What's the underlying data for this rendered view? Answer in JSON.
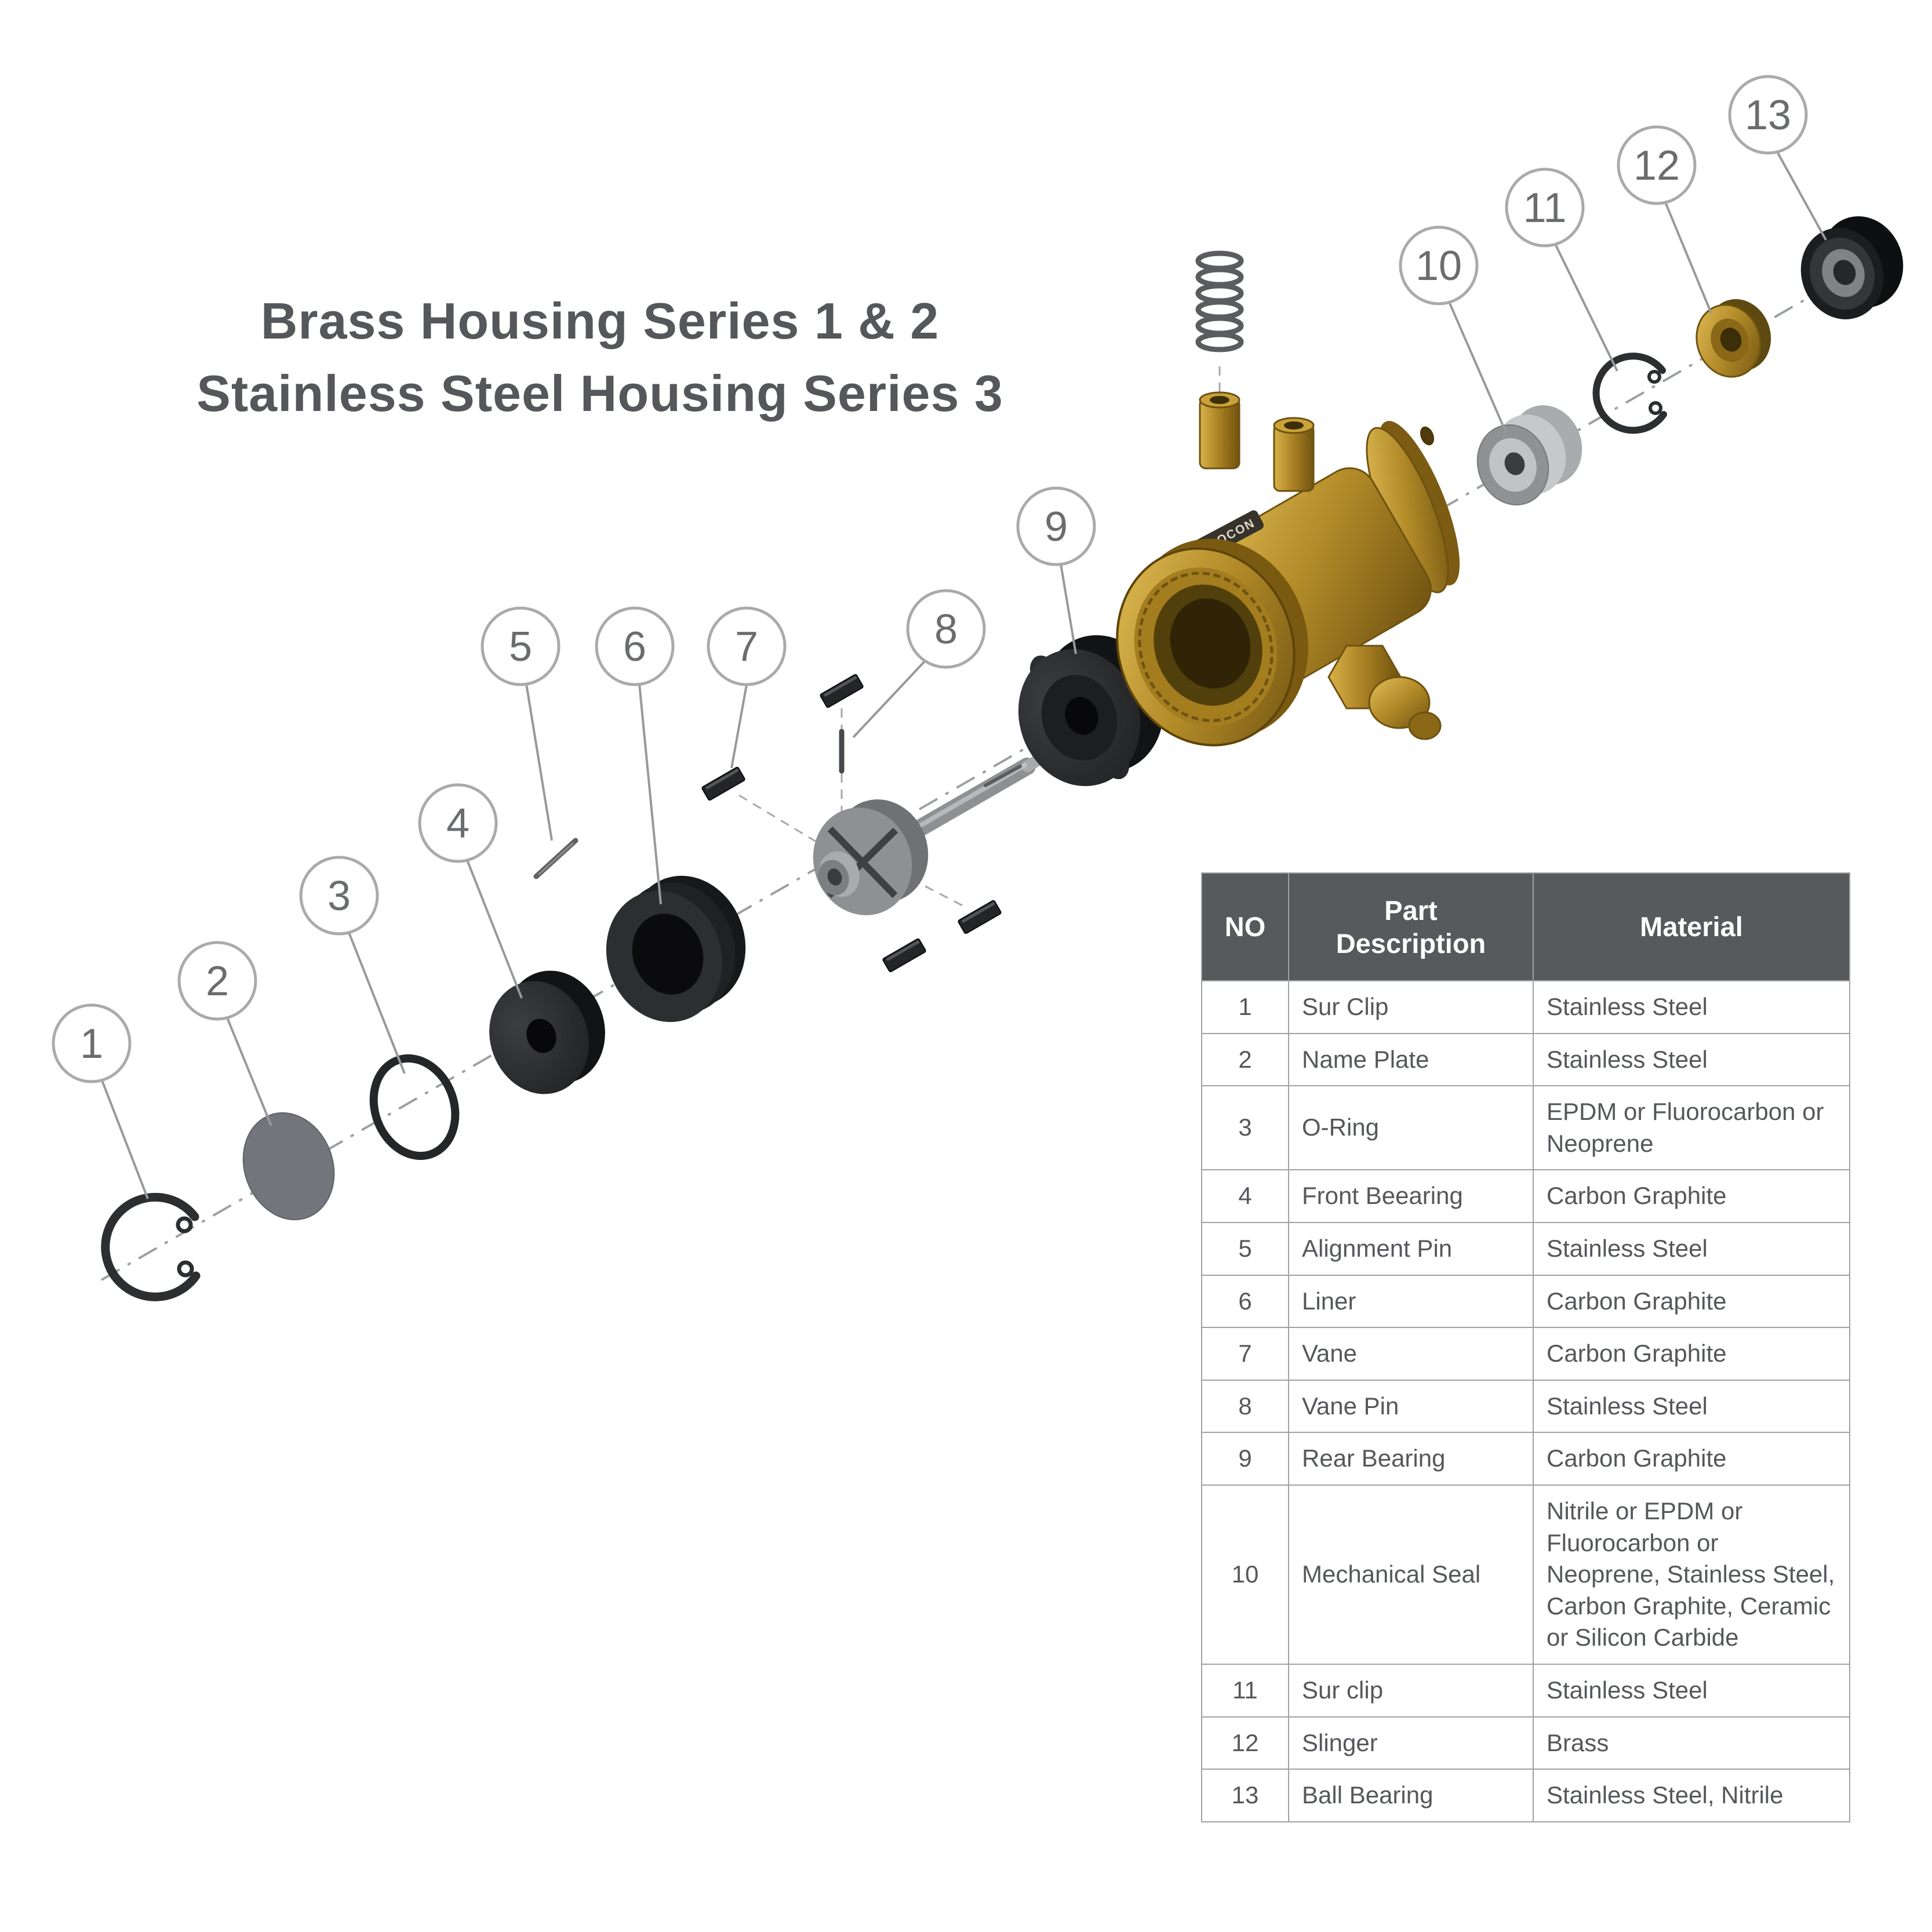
{
  "title": {
    "line1": "Brass Housing Series 1 & 2",
    "line2": "Stainless Steel Housing Series 3"
  },
  "housing": {
    "brand_label": "PROCON"
  },
  "callouts": [
    "1",
    "2",
    "3",
    "4",
    "5",
    "6",
    "7",
    "8",
    "9",
    "10",
    "11",
    "12",
    "13"
  ],
  "table": {
    "header": {
      "no": "NO",
      "part": "Part Description",
      "material": "Material"
    },
    "rows": [
      {
        "no": "1",
        "part": "Sur Clip",
        "material": "Stainless Steel"
      },
      {
        "no": "2",
        "part": "Name Plate",
        "material": "Stainless Steel"
      },
      {
        "no": "3",
        "part": "O-Ring",
        "material": "EPDM or Fluorocarbon or Neoprene"
      },
      {
        "no": "4",
        "part": "Front Beearing",
        "material": "Carbon Graphite"
      },
      {
        "no": "5",
        "part": "Alignment Pin",
        "material": "Stainless Steel"
      },
      {
        "no": "6",
        "part": "Liner",
        "material": "Carbon Graphite"
      },
      {
        "no": "7",
        "part": "Vane",
        "material": "Carbon Graphite"
      },
      {
        "no": "8",
        "part": "Vane Pin",
        "material": "Stainless Steel"
      },
      {
        "no": "9",
        "part": "Rear Bearing",
        "material": "Carbon Graphite"
      },
      {
        "no": "10",
        "part": "Mechanical Seal",
        "material": "Nitrile or EPDM or Fluorocarbon or Neoprene,  Stainless Steel, Carbon Graphite, Ceramic or Silicon Carbide"
      },
      {
        "no": "11",
        "part": "Sur clip",
        "material": "Stainless Steel"
      },
      {
        "no": "12",
        "part": "Slinger",
        "material": "Brass"
      },
      {
        "no": "13",
        "part": "Ball Bearing",
        "material": "Stainless Steel, Nitrile"
      }
    ]
  },
  "colors": {
    "accent": "#58595b",
    "table_border": "#9fa1a3",
    "callout_stroke": "#a8aaac",
    "leader_line": "#97999b",
    "brass": "#b28a28",
    "carbon": "#1b1c1e",
    "steel": "#9a9c9e",
    "background": "#ffffff"
  }
}
